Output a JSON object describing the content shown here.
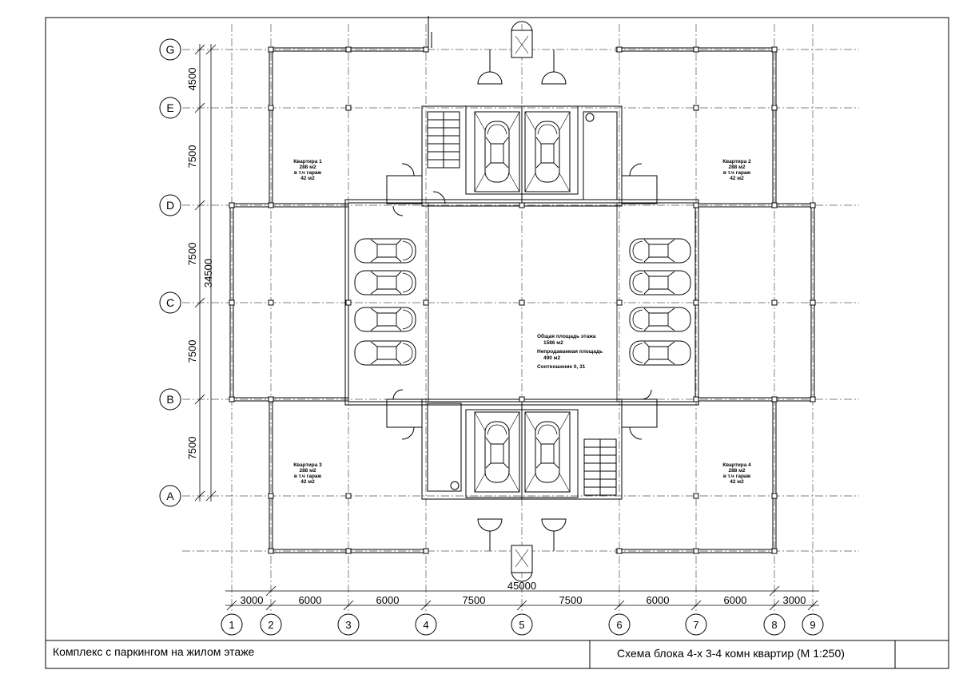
{
  "axes": {
    "rows": [
      {
        "label": "G"
      },
      {
        "label": "E"
      },
      {
        "label": "D"
      },
      {
        "label": "C"
      },
      {
        "label": "B"
      },
      {
        "label": "A"
      }
    ],
    "cols": [
      {
        "label": "1"
      },
      {
        "label": "2"
      },
      {
        "label": "3"
      },
      {
        "label": "4"
      },
      {
        "label": "5"
      },
      {
        "label": "6"
      },
      {
        "label": "7"
      },
      {
        "label": "8"
      },
      {
        "label": "9"
      }
    ]
  },
  "dimensions": {
    "row_spans": [
      "4500",
      "7500",
      "7500",
      "7500",
      "7500"
    ],
    "total_vertical": "34500",
    "col_spans": [
      "3000",
      "6000",
      "6000",
      "7500",
      "7500",
      "6000",
      "6000",
      "3000"
    ],
    "total_horizontal": "45000"
  },
  "apartments": [
    {
      "name": "Квартира 1",
      "area": "288 м2",
      "garage_note": "в т.ч гараж",
      "garage_area": "42 м2"
    },
    {
      "name": "Квартира 2",
      "area": "288 м2",
      "garage_note": "в т.ч гараж",
      "garage_area": "42 м2"
    },
    {
      "name": "Квартира 3",
      "area": "288 м2",
      "garage_note": "в т.ч гараж",
      "garage_area": "42 м2"
    },
    {
      "name": "Квартира 4",
      "area": "288 м2",
      "garage_note": "в т.ч гараж",
      "garage_area": "42 м2"
    }
  ],
  "center_info": {
    "line1": "Общая площадь этажа",
    "line2": "1586 м2",
    "line3": "Непродаваемая площадь",
    "line4": "490 м2",
    "line5": "Соотношение 0, 31"
  },
  "title_block": {
    "left": "Комплекс с паркингом на жилом этаже",
    "right": "Схема блока 4-х 3-4 комн квартир (М 1:250)"
  }
}
